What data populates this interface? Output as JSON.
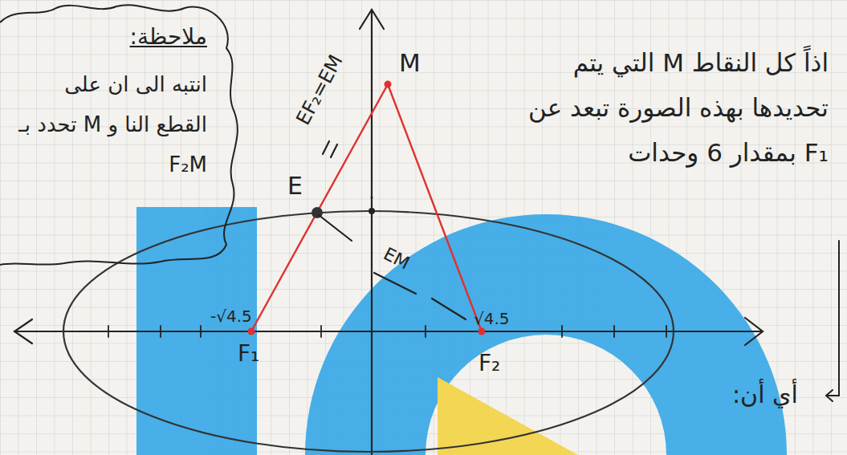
{
  "diagram": {
    "nodes": [
      {
        "text": [
          "ملاحظة:",
          "انتبه الى ان على القطع النا و M تحدد بـ F₂M"
        ]
      }
    ],
    "labels": [
      "اذاً كل النقاط M التي يتم تحديدها بهذه الصورة تبعد عن F₁ بمقدار 6 وحدات",
      "أي أن:",
      "M",
      "E",
      "F₁",
      "F₂",
      "-√4.5",
      "√4.5",
      "EF₂=EM",
      "EM"
    ]
  }
}
